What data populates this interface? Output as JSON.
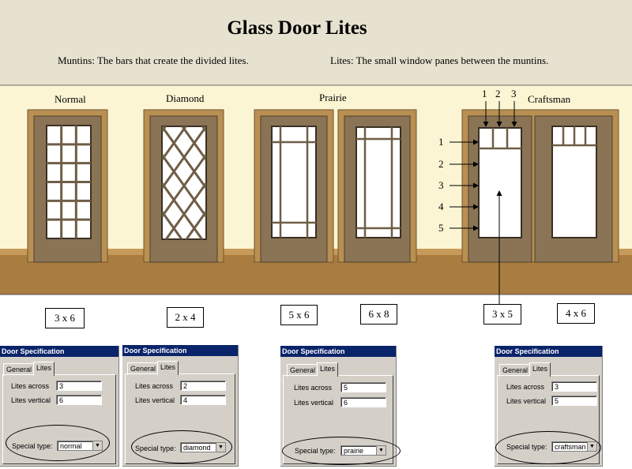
{
  "title": "Glass Door Lites",
  "definitions": {
    "muntins": "Muntins: The bars that create the divided lites.",
    "lites": "Lites:  The small window panes between the muntins."
  },
  "styles": {
    "normal": "Normal",
    "diamond": "Diamond",
    "prairie": "Prairie",
    "craftsman": "Craftsman"
  },
  "dimensions": [
    "3 x 6",
    "2 x 4",
    "5 x 6",
    "6 x 8",
    "3 x 5",
    "4 x 6"
  ],
  "callouts": {
    "across": [
      "1",
      "2",
      "3"
    ],
    "vertical": [
      "1",
      "2",
      "3",
      "4",
      "5"
    ]
  },
  "colors": {
    "wall_top": "#e6e2cf",
    "wall": "#fbf5d3",
    "floor": "#a97c3f",
    "trim": "#b98f52",
    "door": "#8a7455",
    "muntin": "#6f5e46",
    "titlebar": "#0a246a",
    "dialog": "#d4d0c8"
  },
  "dialogs": [
    {
      "title": "Door Specification",
      "tab_general": "General",
      "tab_lites": "Lites",
      "across_label": "Lites across",
      "across_value": "3",
      "vertical_label": "Lites vertical",
      "vertical_value": "6",
      "special_label": "Special type:",
      "special_value": "normal"
    },
    {
      "title": "Door Specification",
      "tab_general": "General",
      "tab_lites": "Lites",
      "across_label": "Lites across",
      "across_value": "2",
      "vertical_label": "Lites vertical",
      "vertical_value": "4",
      "special_label": "Special type:",
      "special_value": "diamond"
    },
    {
      "title": "Door Specification",
      "tab_general": "General",
      "tab_lites": "Lites",
      "across_label": "Lites across",
      "across_value": "5",
      "vertical_label": "Lites vertical",
      "vertical_value": "6",
      "special_label": "Special type:",
      "special_value": "prairie"
    },
    {
      "title": "Door Specification",
      "tab_general": "General",
      "tab_lites": "Lites",
      "across_label": "Lites across",
      "across_value": "3",
      "vertical_label": "Lites vertical",
      "vertical_value": "5",
      "special_label": "Special type:",
      "special_value": "craftsman"
    }
  ]
}
